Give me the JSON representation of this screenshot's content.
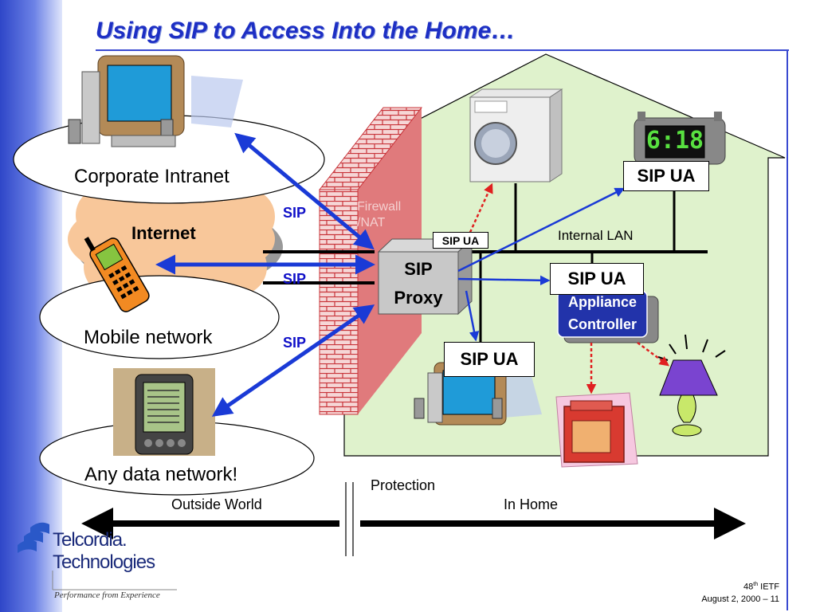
{
  "slide": {
    "title": "Using SIP to Access Into the Home…"
  },
  "networks": {
    "corporate": "Corporate Intranet",
    "internet": "Internet",
    "mobile": "Mobile network",
    "any": "Any data network!"
  },
  "links": {
    "sip_1": "SIP",
    "sip_2": "SIP",
    "sip_3": "SIP"
  },
  "firewall": {
    "line1": "Firewall",
    "line2": "/NAT"
  },
  "home": {
    "proxy_line1": "SIP",
    "proxy_line2": "Proxy",
    "proxy_ua": "SIP UA",
    "lan_label": "Internal LAN",
    "ua_clock": "SIP UA",
    "ua_appliance": "SIP UA",
    "ua_pc": "SIP UA",
    "appliance_line1": "Appliance",
    "appliance_line2": "Controller",
    "clock_display": "6:18"
  },
  "scale": {
    "protection": "Protection",
    "outside": "Outside World",
    "inside": "In Home"
  },
  "logo": {
    "line1": "Telcordia.",
    "line2": "Technologies",
    "tagline": "Performance from Experience"
  },
  "footer": {
    "meeting_prefix": "48",
    "meeting_sup": "th",
    "meeting_suffix": " IETF",
    "date": "August 2, 2000 – 11"
  },
  "colors": {
    "accent": "#1d2fc4",
    "arrow": "#1a3ad6",
    "house": "#dff2cc",
    "cloud": "#f8c79a",
    "firewall": "#c8343a",
    "controller": "#2233aa"
  }
}
